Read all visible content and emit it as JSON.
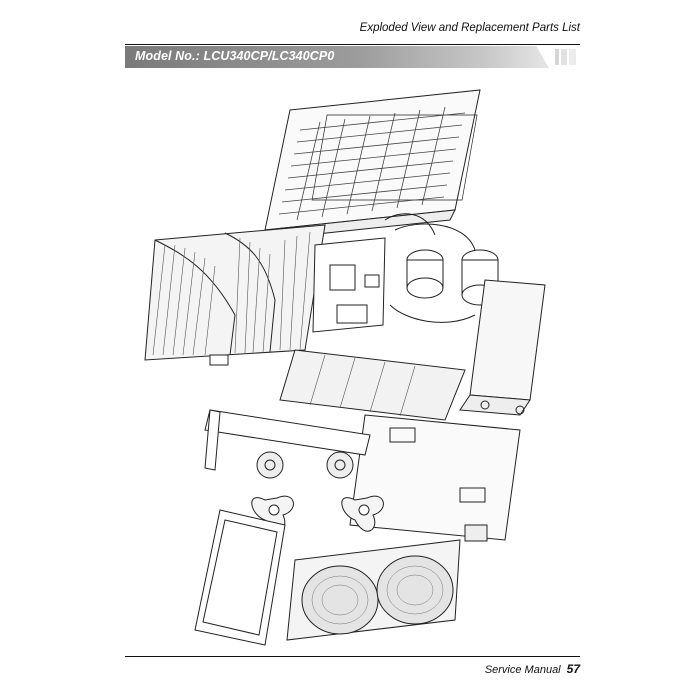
{
  "header": {
    "title": "Exploded View and Replacement Parts List"
  },
  "banner": {
    "model": "Model No.: LCU340CP/LC340CP0"
  },
  "footer": {
    "label": "Service Manual",
    "page": "57"
  }
}
